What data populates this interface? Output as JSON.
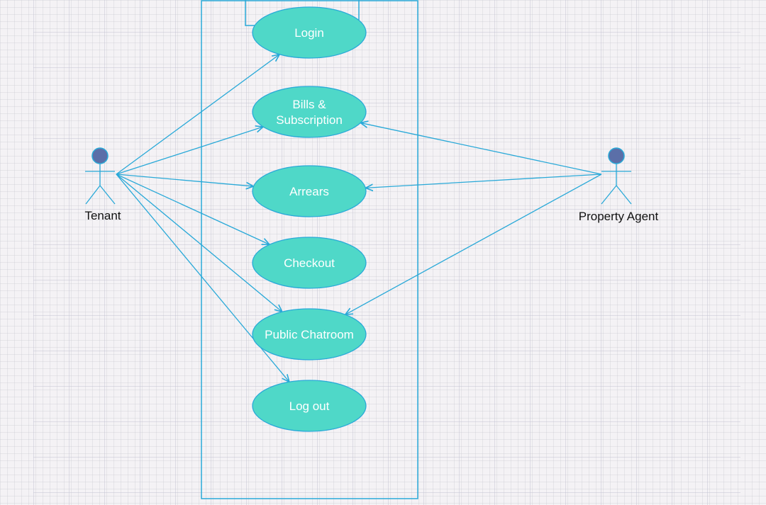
{
  "colors": {
    "stroke": "#29a9d8",
    "usecase_fill": "#4fd8c8",
    "usecase_text": "#ffffff",
    "actor_head": "#5b6fa8",
    "label_text": "#111111"
  },
  "actors": {
    "tenant": {
      "label": "Tenant"
    },
    "agent": {
      "label": "Property Agent"
    }
  },
  "use_cases": {
    "login": {
      "label": [
        "Login"
      ]
    },
    "bills": {
      "label": [
        "Bills &",
        "Subscription"
      ]
    },
    "arrears": {
      "label": [
        "Arrears"
      ]
    },
    "checkout": {
      "label": [
        "Checkout"
      ]
    },
    "chatroom": {
      "label": [
        "Public Chatroom"
      ]
    },
    "logout": {
      "label": [
        "Log out"
      ]
    }
  },
  "associations": [
    {
      "from": "tenant",
      "to": "login"
    },
    {
      "from": "tenant",
      "to": "bills"
    },
    {
      "from": "tenant",
      "to": "arrears"
    },
    {
      "from": "tenant",
      "to": "checkout"
    },
    {
      "from": "tenant",
      "to": "chatroom"
    },
    {
      "from": "tenant",
      "to": "logout"
    },
    {
      "from": "agent",
      "to": "bills"
    },
    {
      "from": "agent",
      "to": "arrears"
    },
    {
      "from": "agent",
      "to": "chatroom"
    }
  ]
}
